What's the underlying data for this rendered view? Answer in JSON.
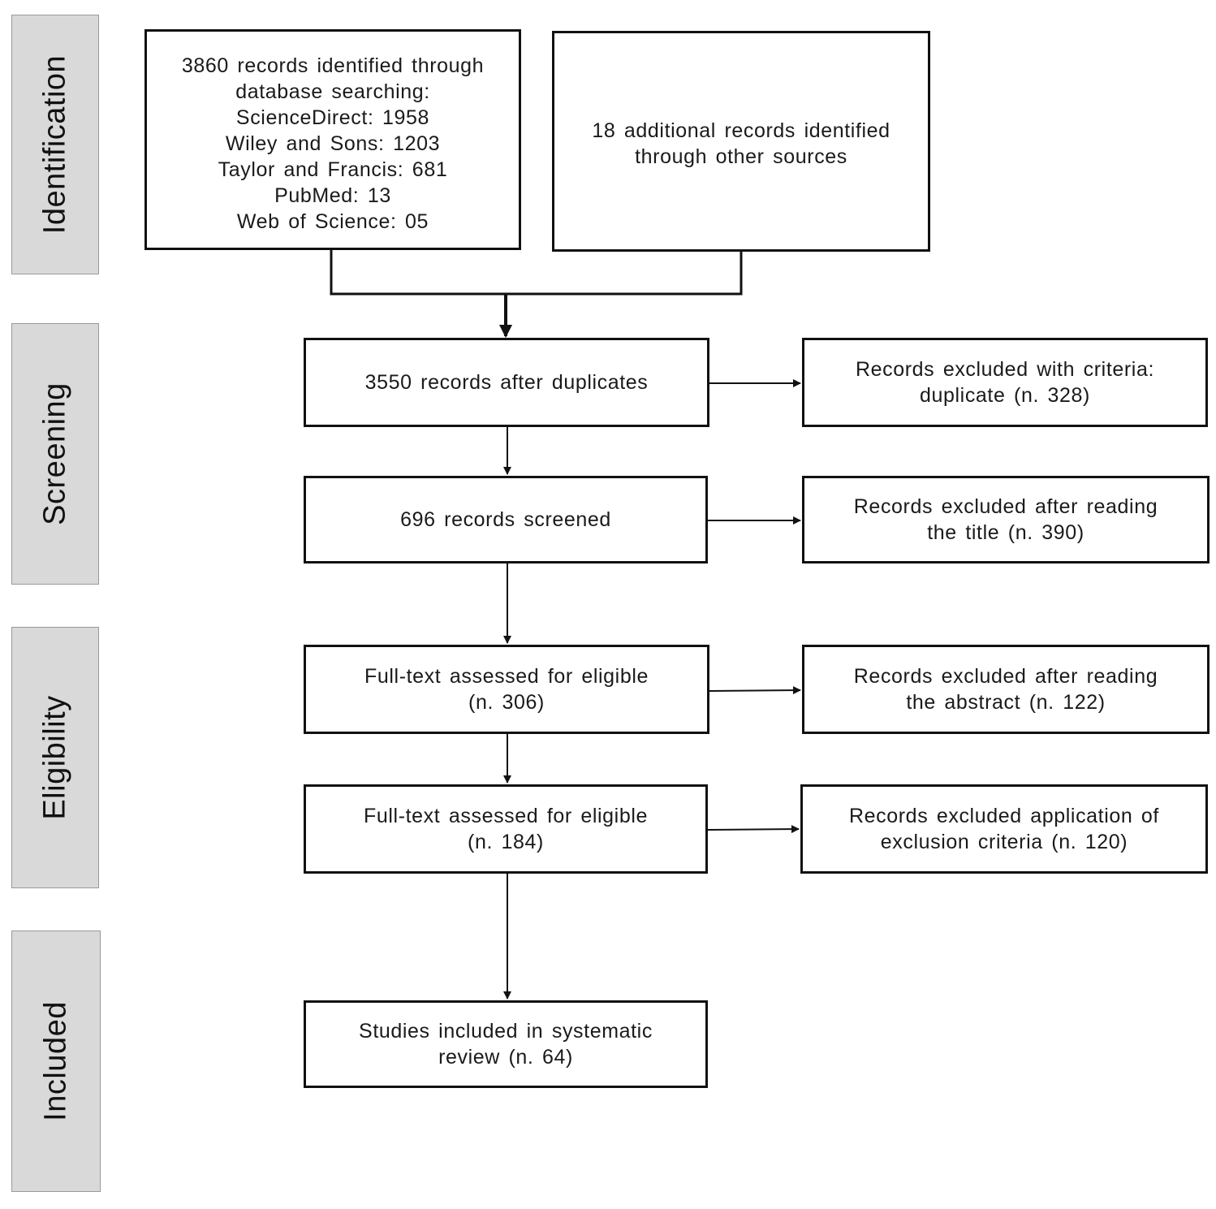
{
  "phases": [
    {
      "id": "identification",
      "label": "Identification"
    },
    {
      "id": "screening",
      "label": "Screening"
    },
    {
      "id": "eligibility",
      "label": "Eligibility"
    },
    {
      "id": "included",
      "label": "Included"
    }
  ],
  "boxes": {
    "database_search": {
      "lines": [
        "3860 records identified through",
        "database searching:",
        "ScienceDirect: 1958",
        "Wiley and Sons: 1203",
        "Taylor and Francis: 681",
        "PubMed: 13",
        "Web of Science: 05"
      ]
    },
    "other_sources": {
      "lines": [
        "18 additional records identified",
        "through other sources"
      ]
    },
    "after_duplicates": {
      "lines": [
        "3550 records after duplicates"
      ]
    },
    "excluded_duplicate": {
      "lines": [
        "Records excluded with criteria:",
        "duplicate (n. 328)"
      ]
    },
    "screened": {
      "lines": [
        "696 records screened"
      ]
    },
    "excluded_title": {
      "lines": [
        "Records excluded after reading",
        "the title (n. 390)"
      ]
    },
    "fulltext_1": {
      "lines": [
        "Full-text assessed for eligible",
        "(n. 306)"
      ]
    },
    "excluded_abstract": {
      "lines": [
        "Records excluded after reading",
        "the abstract (n. 122)"
      ]
    },
    "fulltext_2": {
      "lines": [
        "Full-text assessed for eligible",
        "(n. 184)"
      ]
    },
    "excluded_criteria": {
      "lines": [
        "Records excluded application of",
        "exclusion criteria (n. 120)"
      ]
    },
    "included_studies": {
      "lines": [
        "Studies included in systematic",
        "review (n. 64)"
      ]
    }
  }
}
